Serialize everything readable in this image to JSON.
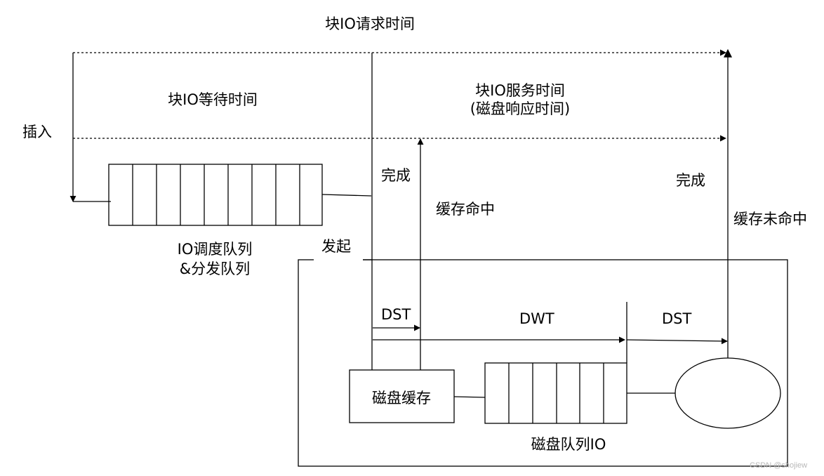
{
  "title": "块IO请求时间",
  "labels": {
    "wait_time": "块IO等待时间",
    "service_time_line1": "块IO服务时间",
    "service_time_line2": "(磁盘响应时间)",
    "insert": "插入",
    "complete_left": "完成",
    "complete_right": "完成",
    "cache_hit": "缓存命中",
    "cache_miss": "缓存未命中",
    "issue": "发起",
    "sched_queue_line1": "IO调度队列",
    "sched_queue_line2": "&分发队列",
    "dst_left": "DST",
    "dwt": "DWT",
    "dst_right": "DST",
    "disk_cache": "磁盘缓存",
    "disk_queue": "磁盘队列IO"
  },
  "watermark": "CSDN @shojiew"
}
